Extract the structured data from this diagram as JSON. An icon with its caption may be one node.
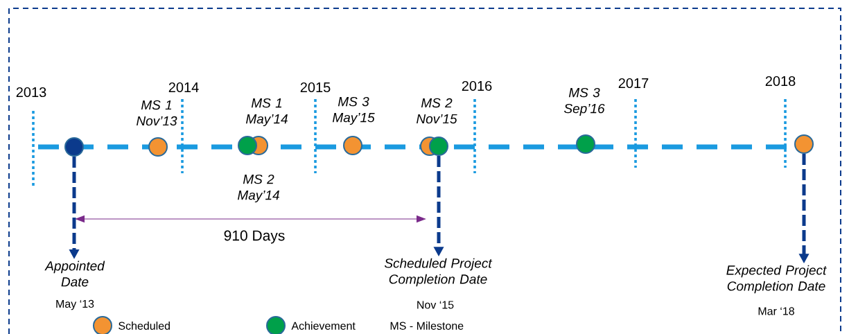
{
  "diagram": {
    "nodes": [
      {
        "text": [],
        "shape": "circle"
      },
      {
        "text": [],
        "shape": "circle"
      },
      {
        "text": [],
        "shape": "circle"
      },
      {
        "text": [],
        "shape": "circle"
      },
      {
        "text": [],
        "shape": "circle"
      },
      {
        "text": [],
        "shape": "circle"
      },
      {
        "text": [],
        "shape": "circle"
      },
      {
        "text": [],
        "shape": "circle"
      },
      {
        "text": [],
        "shape": "circle"
      },
      {
        "text": [
          "Appointed Date"
        ],
        "beside": [
          "May ‘13"
        ]
      },
      {
        "text": [
          "Scheduled Project Completion Date"
        ],
        "beside": [
          "Nov ‘15"
        ]
      },
      {
        "text": [
          "Expected Project Completion Date"
        ],
        "beside": [
          "Mar ‘18"
        ]
      }
    ],
    "edges": [
      {
        "from": 0,
        "to": 9,
        "arrow": "to",
        "style": "dashed"
      },
      {
        "from": 6,
        "to": 10,
        "arrow": "to",
        "style": "dashed"
      },
      {
        "from": 8,
        "to": 11,
        "arrow": "to",
        "style": "dashed"
      }
    ],
    "labels": [
      "2013",
      "2014",
      "2015",
      "2016",
      "2017",
      "2018",
      "MS 1 Nov’13",
      "MS 1 May’14",
      "MS 3 May’15",
      "MS 2 Nov’15",
      "MS 3 Sep’16",
      "MS 2 May’14",
      "910 Days",
      "MS - Milestone"
    ],
    "legend": [
      {
        "text": "Scheduled",
        "color": "#f39332"
      },
      {
        "text": "Achievement",
        "color": "#00a04a"
      }
    ]
  }
}
